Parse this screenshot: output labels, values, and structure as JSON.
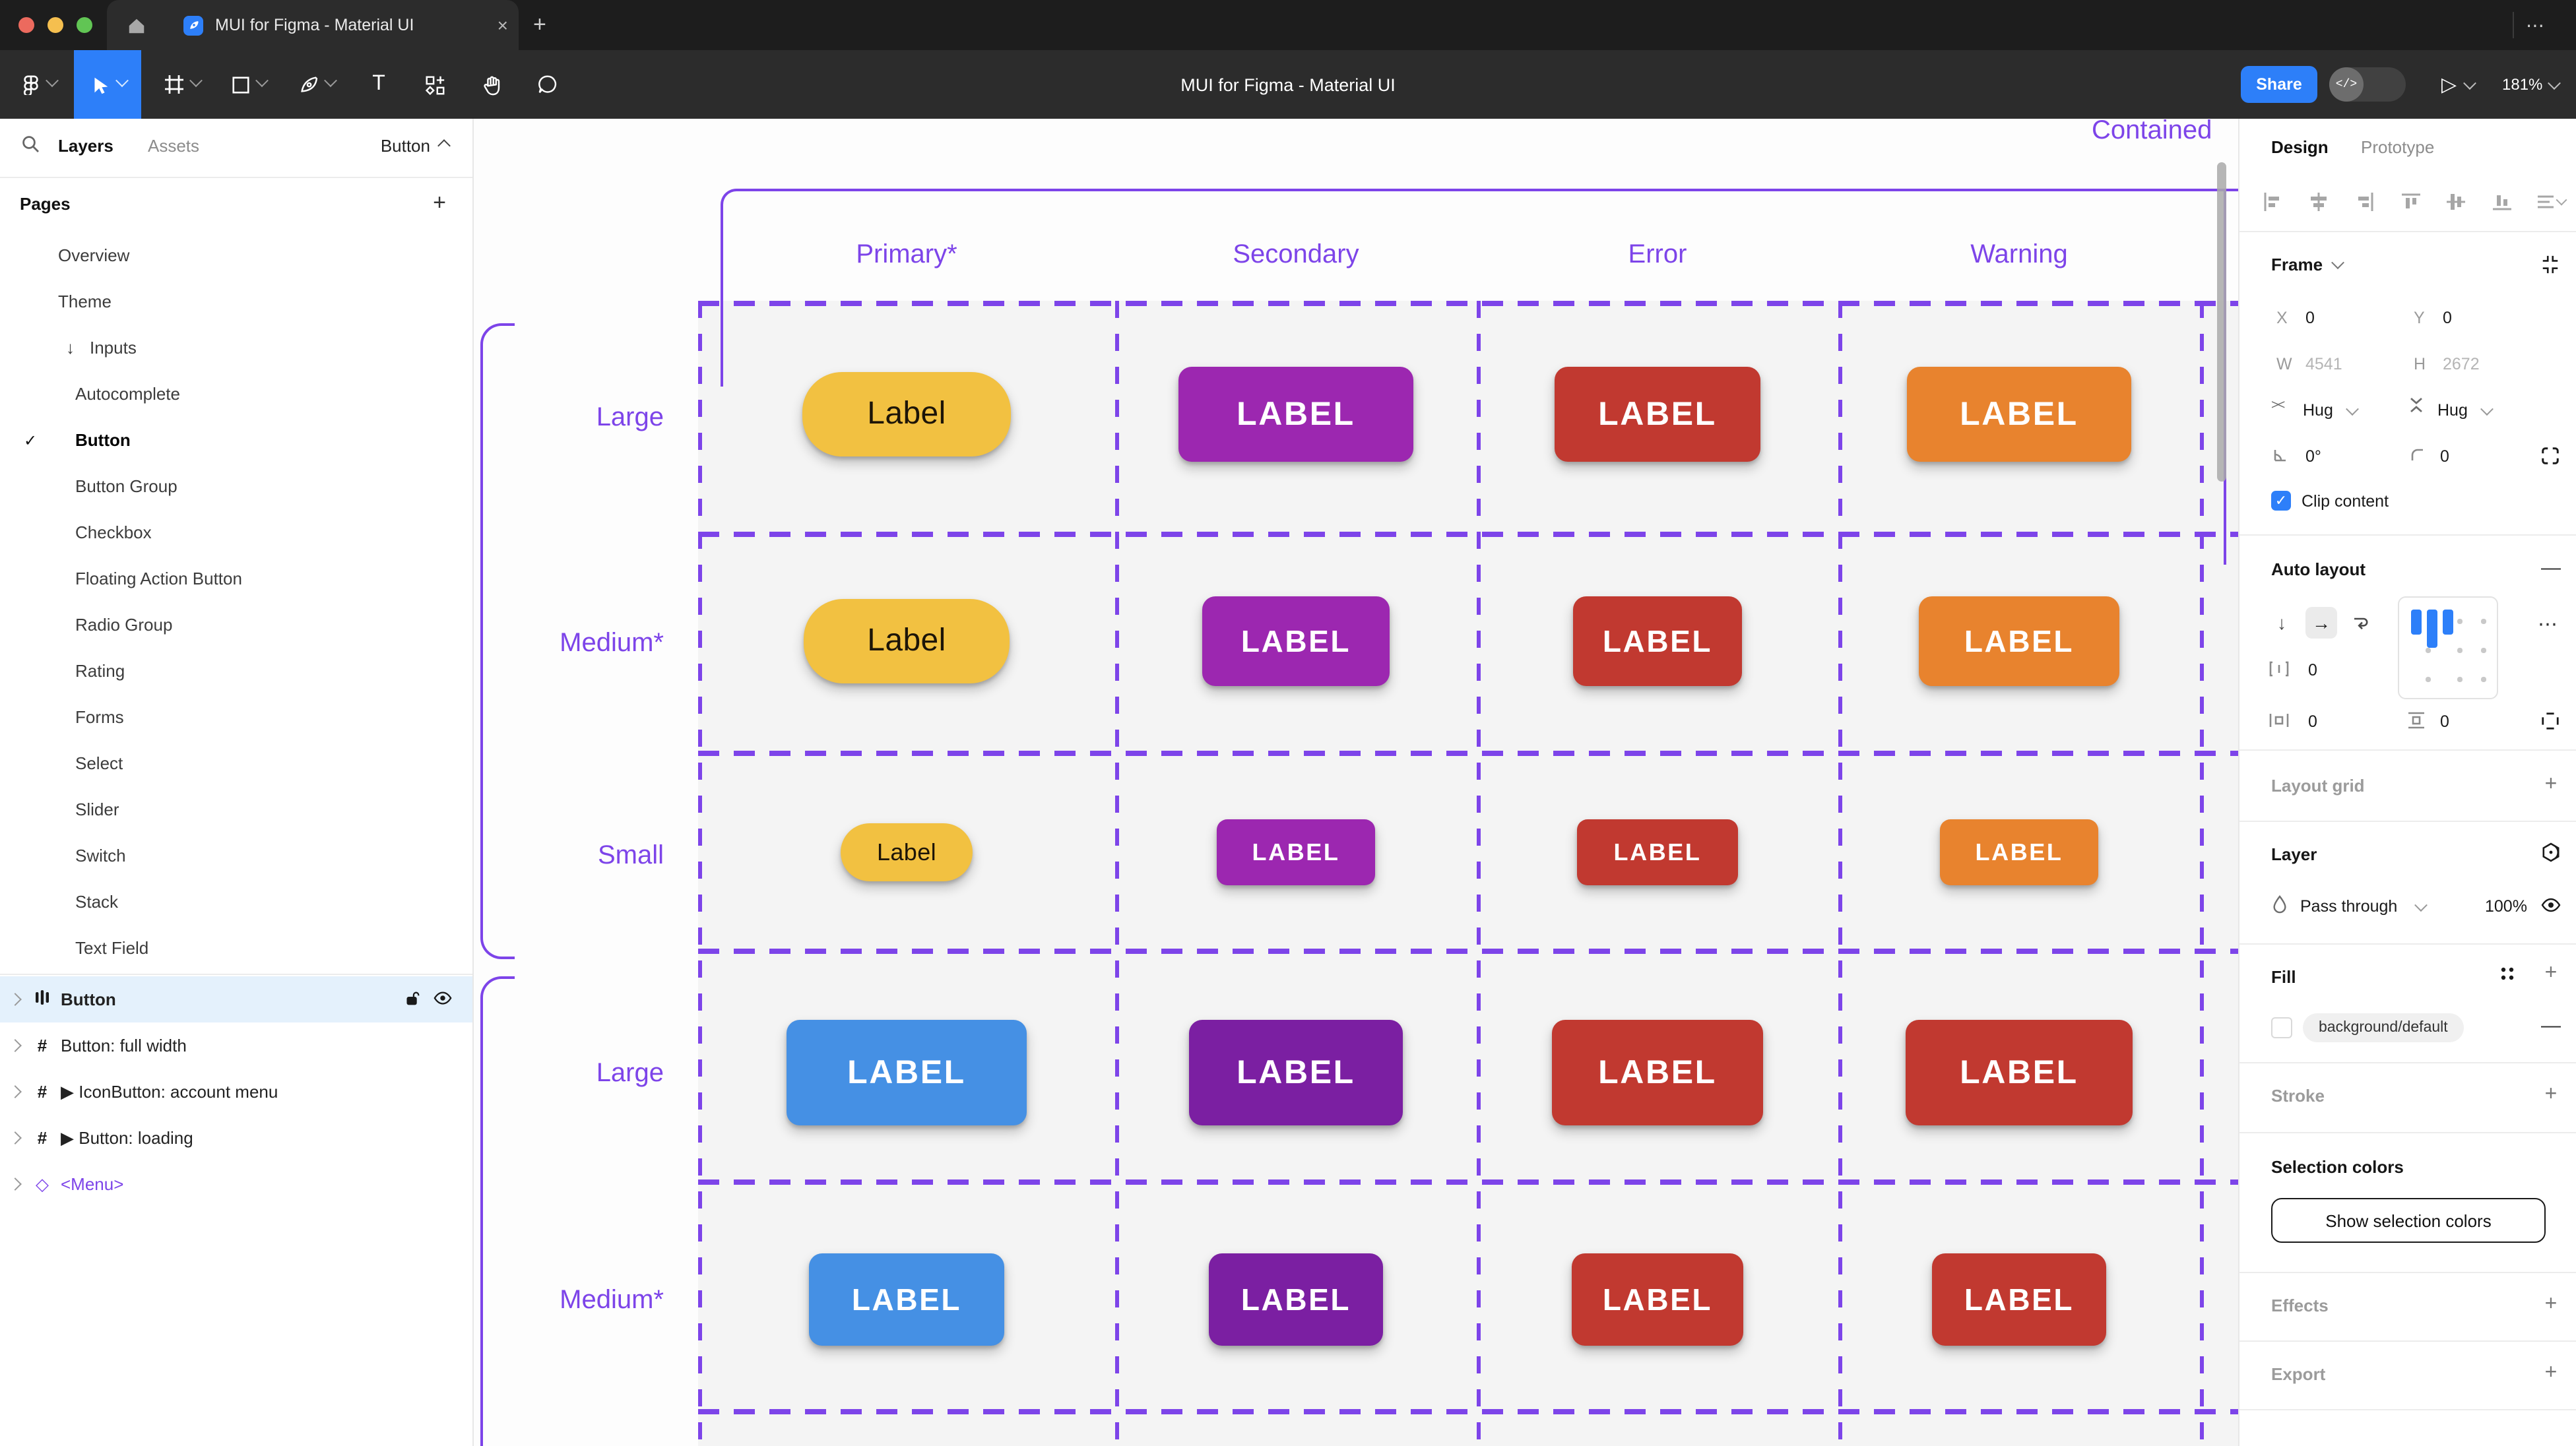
{
  "window": {
    "tab_title": "MUI for Figma - Material UI",
    "doc_title": "MUI for Figma - Material UI",
    "close_glyph": "×",
    "new_tab_glyph": "+",
    "more_glyph": "⋯",
    "share_label": "Share",
    "dev_toggle_glyph": "</>",
    "play_glyph": "▷",
    "zoom_level": "181%"
  },
  "toolbar": {
    "icons": [
      "figma-menu",
      "move-tool",
      "frame-tool",
      "rectangle-tool",
      "pen-tool",
      "text-tool",
      "resources-tool",
      "hand-tool",
      "comment-tool"
    ]
  },
  "sidebar": {
    "tabs": {
      "layers": "Layers",
      "assets": "Assets"
    },
    "page_selector": "Button",
    "pages_header": "Pages",
    "pages_add_glyph": "+",
    "active_page": "Button",
    "check_glyph": "✓",
    "inputs_arrow": "↓",
    "pages": [
      "Overview",
      "Theme",
      "Inputs",
      "Autocomplete",
      "Button",
      "Button Group",
      "Checkbox",
      "Floating Action Button",
      "Radio Group",
      "Rating",
      "Forms",
      "Select",
      "Slider",
      "Switch",
      "Stack",
      "Text Field"
    ],
    "layers": [
      {
        "name": "Button",
        "selected": true
      },
      {
        "name": "Button: full width"
      },
      {
        "name": "IconButton: account menu",
        "prefix": "▶"
      },
      {
        "name": "Button: loading",
        "prefix": "▶"
      },
      {
        "name": "<Menu>"
      }
    ],
    "layer_icons": {
      "diamond": "◇",
      "hash": "#",
      "expand": "▸"
    }
  },
  "canvas": {
    "frame_label": "Contained",
    "columns": [
      "Primary*",
      "Secondary",
      "Error",
      "Warning"
    ],
    "row_labels": [
      "Large",
      "Medium*",
      "Small",
      "Large",
      "Medium*"
    ],
    "annotation_color": "#7d44e9",
    "buttons": [
      [
        {
          "label": "Label",
          "bg": "#F2C141",
          "fg": "#1d1508"
        },
        {
          "label": "LABEL",
          "bg": "#9C27B0",
          "fg": "#ffffff"
        },
        {
          "label": "LABEL",
          "bg": "#C13930",
          "fg": "#ffffff"
        },
        {
          "label": "LABEL",
          "bg": "#E8832E",
          "fg": "#ffffff"
        }
      ],
      [
        {
          "label": "Label",
          "bg": "#F2C141",
          "fg": "#1d1508"
        },
        {
          "label": "LABEL",
          "bg": "#9C27B0",
          "fg": "#ffffff"
        },
        {
          "label": "LABEL",
          "bg": "#C13930",
          "fg": "#ffffff"
        },
        {
          "label": "LABEL",
          "bg": "#E8832E",
          "fg": "#ffffff"
        }
      ],
      [
        {
          "label": "Label",
          "bg": "#F2C141",
          "fg": "#1d1508"
        },
        {
          "label": "LABEL",
          "bg": "#9C27B0",
          "fg": "#ffffff"
        },
        {
          "label": "LABEL",
          "bg": "#C13930",
          "fg": "#ffffff"
        },
        {
          "label": "LABEL",
          "bg": "#E8832E",
          "fg": "#ffffff"
        }
      ],
      [
        {
          "label": "LABEL",
          "bg": "#4590E4",
          "fg": "#ffffff"
        },
        {
          "label": "LABEL",
          "bg": "#7B1FA2",
          "fg": "#ffffff"
        },
        {
          "label": "LABEL",
          "bg": "#C13930",
          "fg": "#ffffff"
        },
        {
          "label": "LABEL",
          "bg": "#C13930",
          "fg": "#ffffff"
        }
      ],
      [
        {
          "label": "LABEL",
          "bg": "#4590E4",
          "fg": "#ffffff"
        },
        {
          "label": "LABEL",
          "bg": "#7B1FA2",
          "fg": "#ffffff"
        },
        {
          "label": "LABEL",
          "bg": "#C13930",
          "fg": "#ffffff"
        },
        {
          "label": "LABEL",
          "bg": "#C13930",
          "fg": "#ffffff"
        }
      ]
    ]
  },
  "inspector": {
    "tabs": {
      "design": "Design",
      "prototype": "Prototype"
    },
    "frame": {
      "section": "Frame",
      "x_label": "X",
      "x": "0",
      "y_label": "Y",
      "y": "0",
      "w_label": "W",
      "w": "4541",
      "h_label": "H",
      "h": "2672",
      "h_sizing": "Hug",
      "v_sizing": "Hug",
      "rotation": "0°",
      "radius": "0",
      "clip_label": "Clip content",
      "clip_check": "✓"
    },
    "auto_layout": {
      "section": "Auto layout",
      "remove_glyph": "—",
      "down_glyph": "↓",
      "right_glyph": "→",
      "gap": "0",
      "padding_h": "0",
      "padding_v": "0",
      "more_glyph": "⋯"
    },
    "layout_grid": {
      "section": "Layout grid",
      "add_glyph": "+"
    },
    "layer": {
      "section": "Layer",
      "blend": "Pass through",
      "opacity": "100%"
    },
    "fill": {
      "section": "Fill",
      "token": "background/default",
      "add_glyph": "+",
      "remove_glyph": "—"
    },
    "stroke": {
      "section": "Stroke",
      "add_glyph": "+"
    },
    "selection_colors": {
      "section": "Selection colors",
      "button": "Show selection colors"
    },
    "effects": {
      "section": "Effects",
      "add_glyph": "+"
    },
    "export": {
      "section": "Export",
      "add_glyph": "+"
    }
  },
  "colors": {
    "accent_blue": "#2d7ff9",
    "figma_purple": "#7d44e9",
    "chrome_dark": "#1d1d1d",
    "chrome_mid": "#2c2c2c",
    "selected_row": "#e4f1fc",
    "traffic": [
      "#ec6a5e",
      "#f5bf4f",
      "#61c554"
    ]
  }
}
